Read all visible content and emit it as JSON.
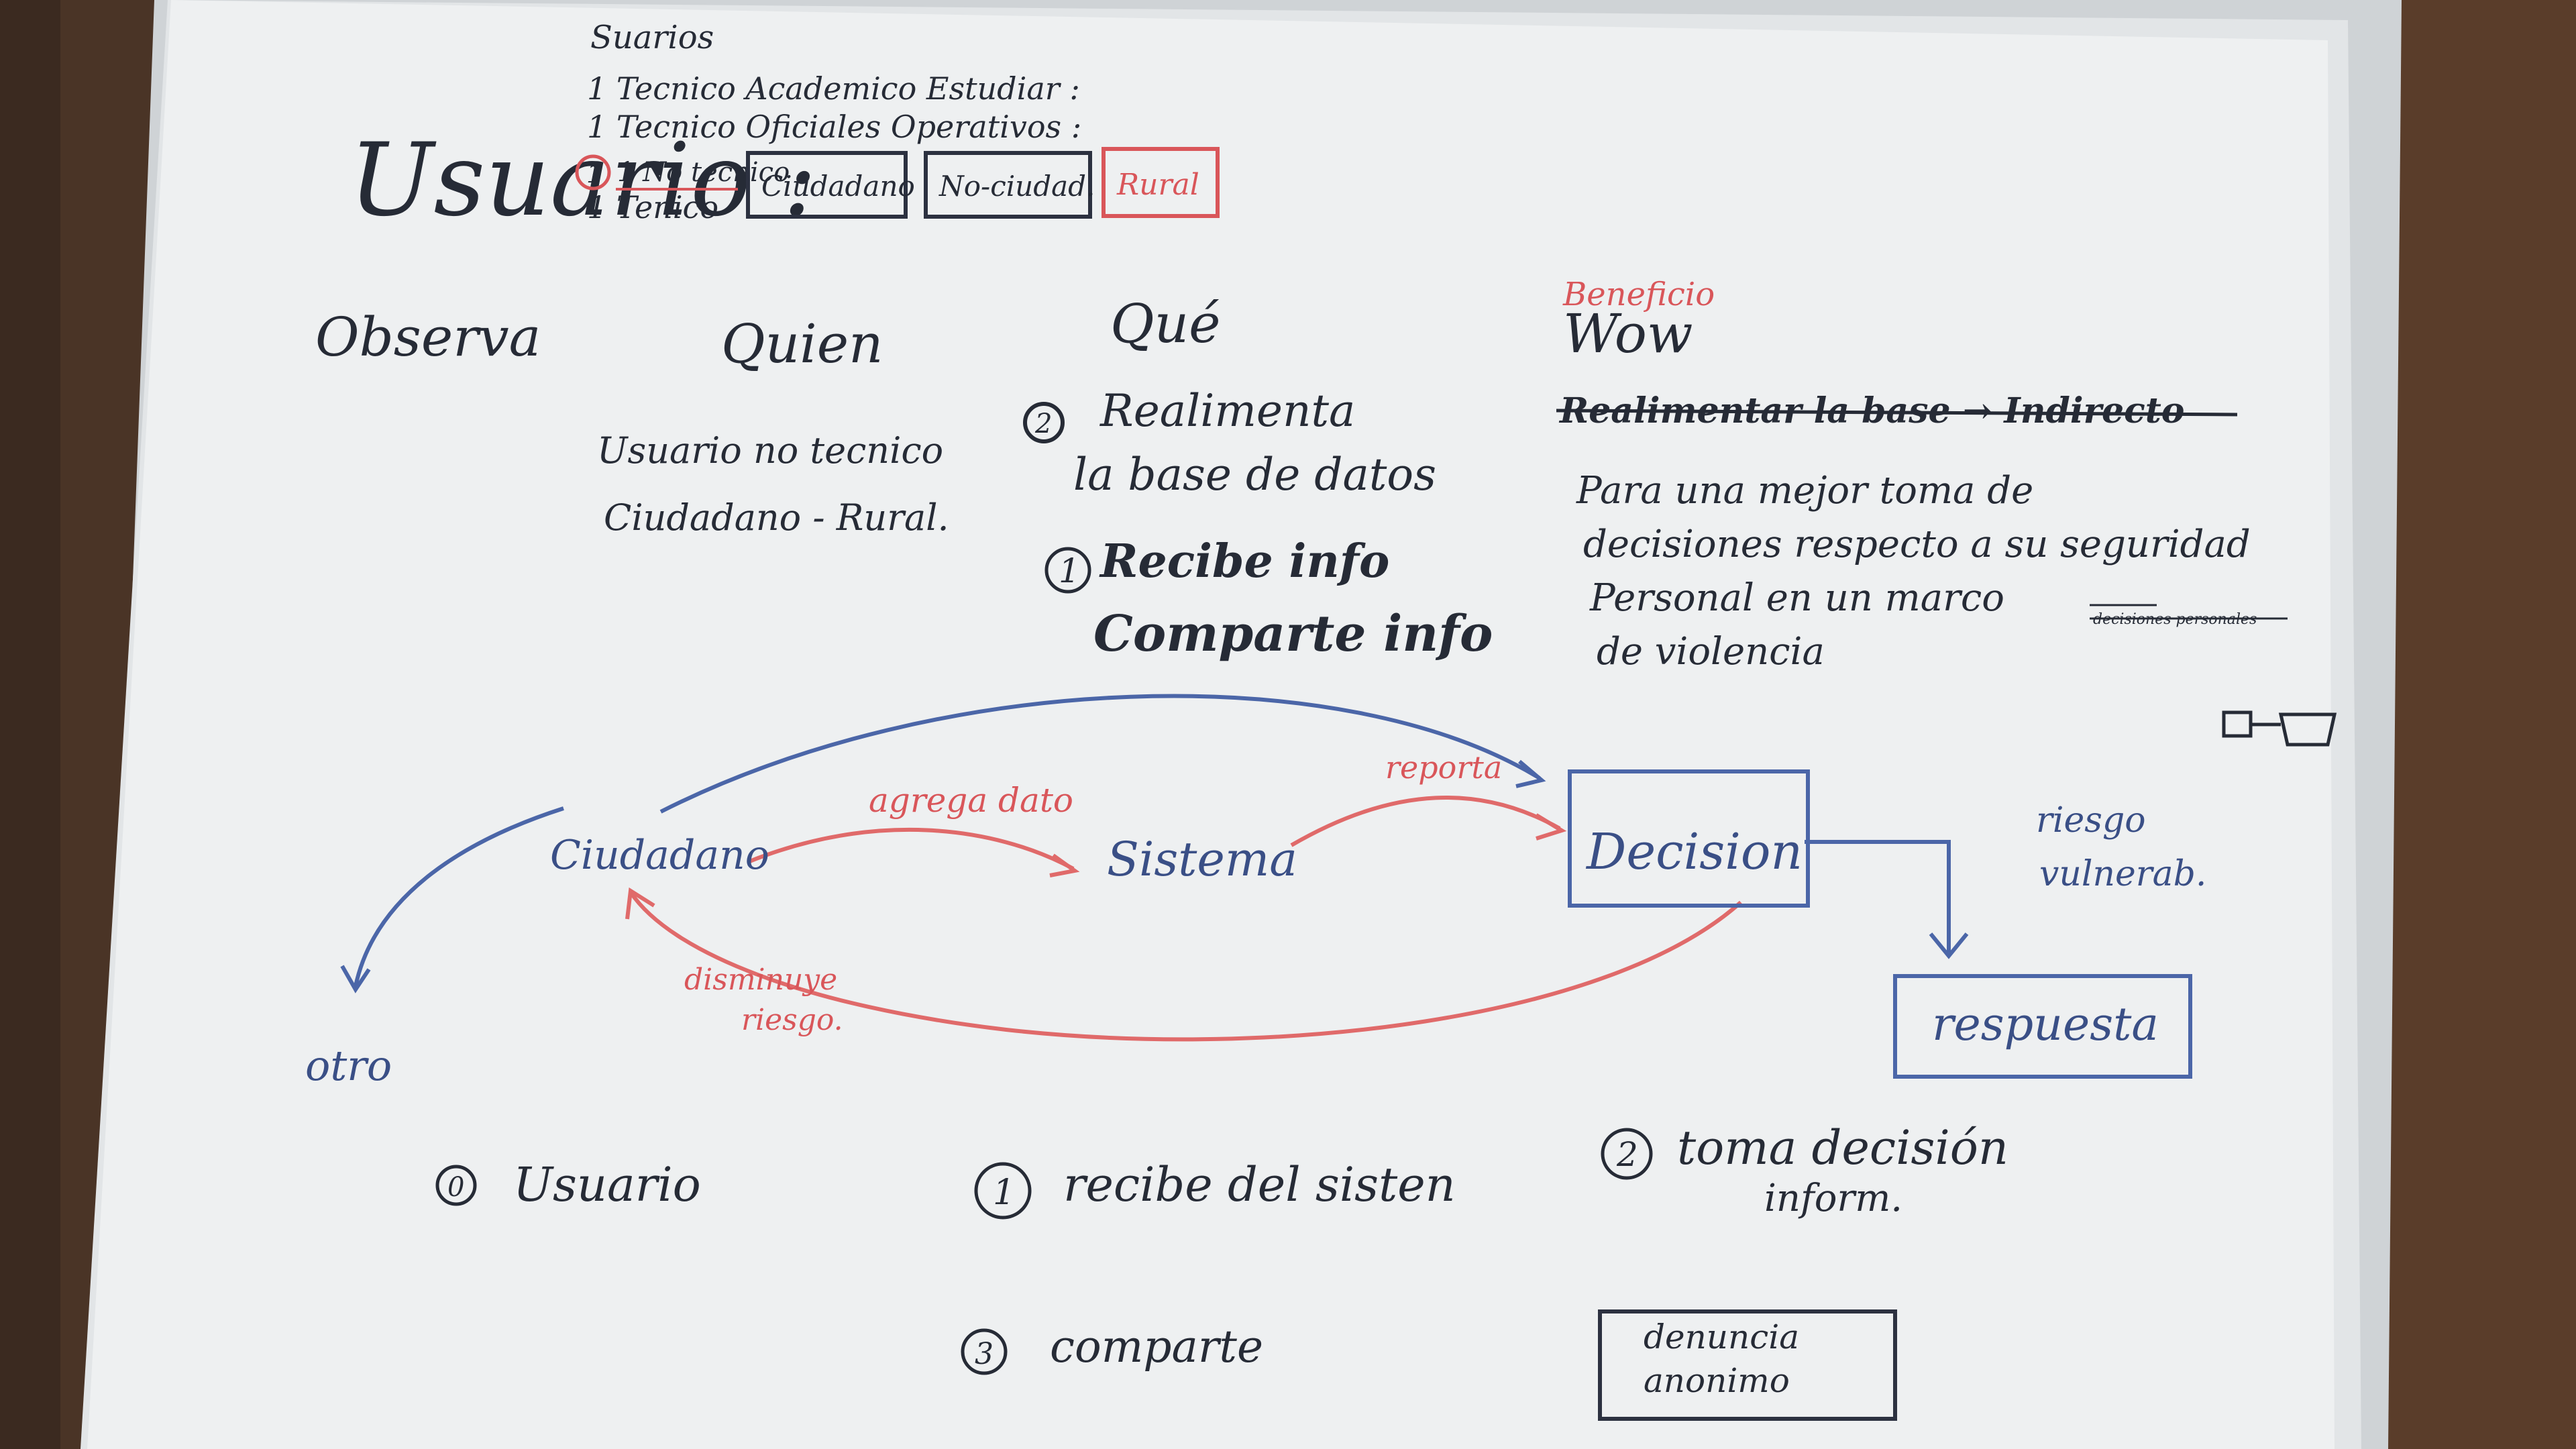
{
  "header": {
    "title_letter": "Usuario :",
    "users_heading": "Suarios",
    "user_lines": [
      "1 Tecnico Academico Estudiar :",
      "1 Tecnico Oficiales Operativos :",
      "1 No tecnico",
      "1 Tenico"
    ],
    "circled_marker": "1",
    "boxes": [
      "Ciudadano",
      "No-ciudad.",
      "Rural"
    ]
  },
  "columns": {
    "observa": "Observa",
    "quien": "Quien",
    "que": "Qué",
    "wow": "Wow",
    "beneficio": "Beneficio"
  },
  "quien_text": [
    "Usuario no tecnico",
    "Ciudadano - Rural."
  ],
  "que_items": [
    {
      "marker": "2",
      "text": "Realimenta"
    },
    {
      "marker": "",
      "text": "la base de datos"
    },
    {
      "marker": "1",
      "text": "Recibe info"
    },
    {
      "marker": "",
      "text": "Comparte info"
    }
  ],
  "wow_text": {
    "struck": "Realimentar la base → Indirecto",
    "lines": [
      "Para una mejor toma de",
      "decisiones respecto a su seguridad",
      "Personal en un marco",
      "de violencia"
    ],
    "side_note": "decisiones personales"
  },
  "diagram": {
    "ciudadano": "Ciudadano",
    "sistema": "Sistema",
    "decision": "Decision",
    "respuesta": "respuesta",
    "otro": "otro",
    "agrega_dato": "agrega dato",
    "reporta": "reporta",
    "disminuye": "disminuye",
    "riesgo": "riesgo.",
    "riesgo_vulnerab": [
      "riesgo",
      "vulnerab."
    ]
  },
  "steps": {
    "s0": {
      "marker": "0",
      "text": "Usuario"
    },
    "s1": {
      "marker": "1",
      "text": "recibe del sisten"
    },
    "s2": {
      "marker": "2",
      "text": "toma decisión",
      "sub": "inform."
    },
    "s3": {
      "marker": "3",
      "text": "comparte"
    },
    "box_lines": [
      "denuncia",
      "anonimo"
    ]
  },
  "colors": {
    "blue": "#3a4f86",
    "red": "#d9565a",
    "ink": "#262b36",
    "paper": "#eef0f1"
  }
}
